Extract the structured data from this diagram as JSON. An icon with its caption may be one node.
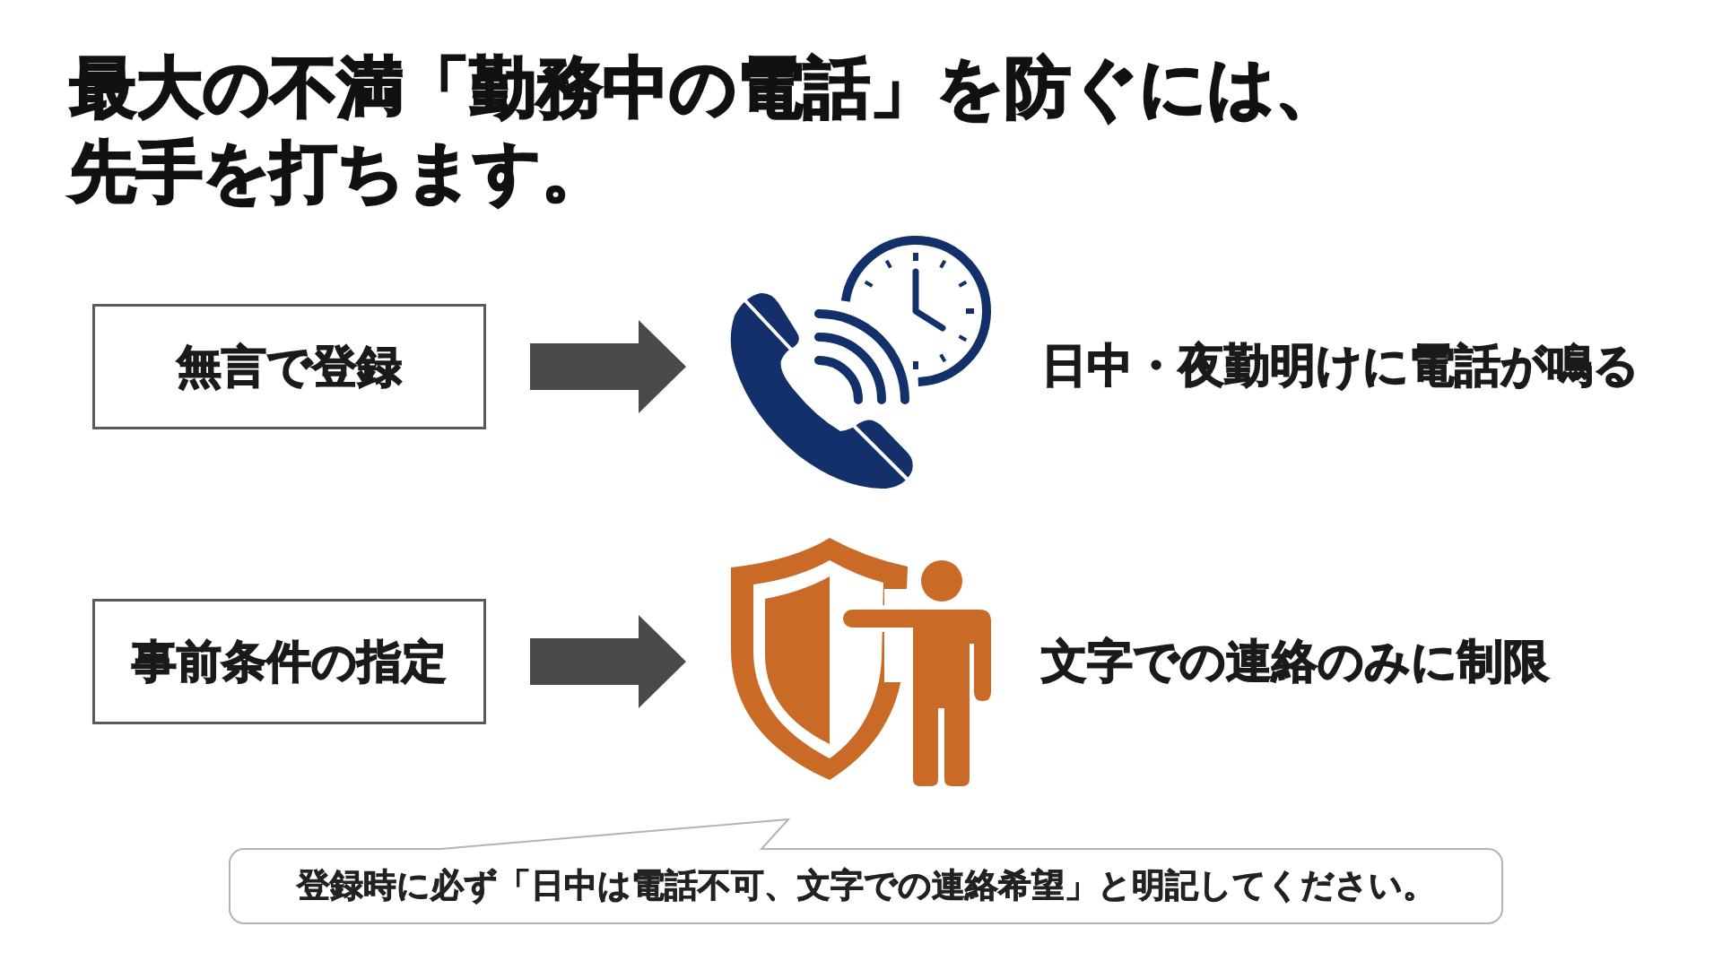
{
  "diagram": {
    "title": "最大の不満「勤務中の電話」を防ぐには、先手を打ちます。",
    "nodes": [
      {
        "text": [
          "無言で登録"
        ]
      },
      {
        "text": [],
        "shape": "picture",
        "beside": [
          "日中・夜勤明けに電話が鳴る"
        ]
      },
      {
        "text": [
          "事前条件の指定"
        ]
      },
      {
        "text": [],
        "shape": "picture",
        "beside": [
          "文字での連絡のみに制限"
        ]
      },
      {
        "text": [
          "登録時に必ず「日中は電話不可、文字での連絡希望」と明記してください。"
        ]
      }
    ],
    "edges": [
      {
        "from": 0,
        "to": 1,
        "arrow": "to",
        "style": "thick"
      },
      {
        "from": 2,
        "to": 3,
        "arrow": "to",
        "style": "thick"
      }
    ]
  }
}
